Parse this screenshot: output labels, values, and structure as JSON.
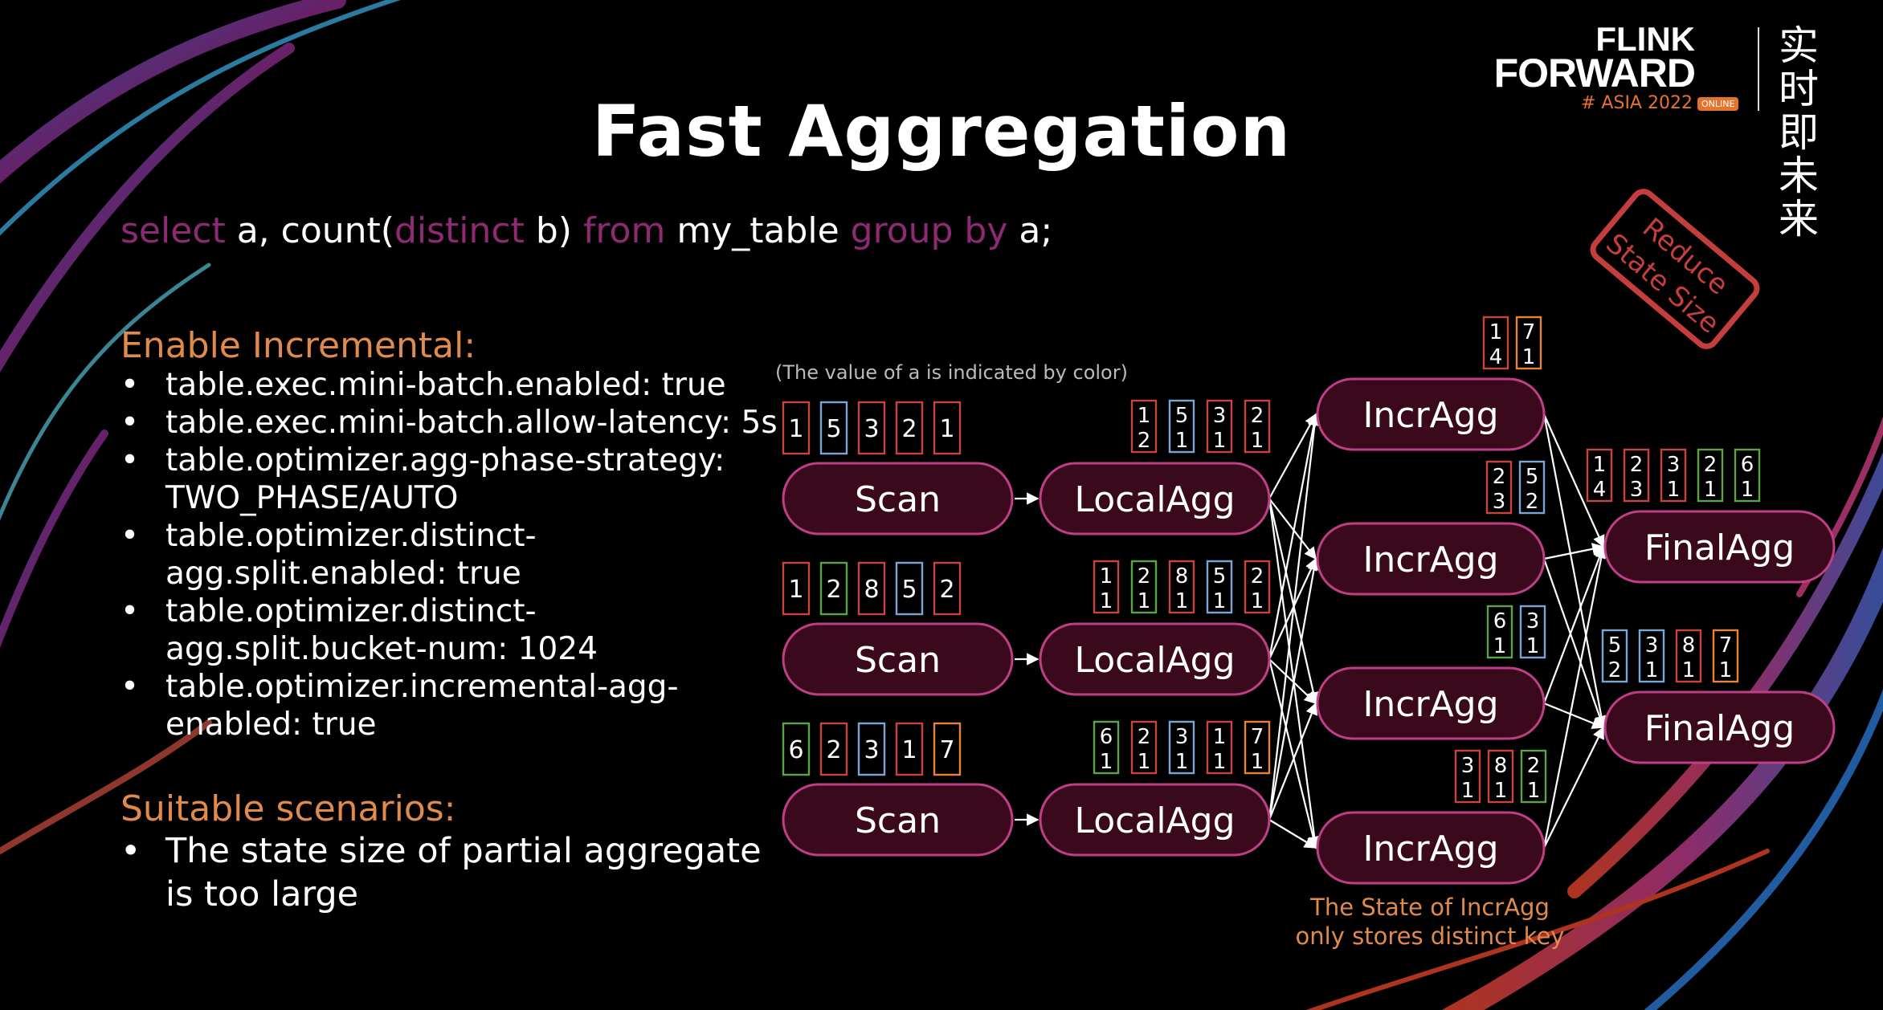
{
  "slide": {
    "title": "Fast Aggregation",
    "sql": {
      "select_kw": "select",
      "part1": " a, count(",
      "distinct_kw": "distinct",
      "part2": " b) ",
      "from_kw": "from",
      "part3": " my_table ",
      "groupby_kw": "group by",
      "part4": " a;"
    },
    "enable_heading": "Enable Incremental:",
    "options": [
      "table.exec.mini-batch.enabled: true",
      "table.exec.mini-batch.allow-latency: 5s",
      "table.optimizer.agg-phase-strategy: TWO_PHASE/AUTO",
      "table.optimizer.distinct-agg.split.enabled: true",
      "table.optimizer.distinct-agg.split.bucket-num: 1024",
      "table.optimizer.incremental-agg-enabled: true"
    ],
    "scenarios_heading": "Suitable scenarios:",
    "scenarios": [
      "The state size of partial  aggregate is too large"
    ]
  },
  "logo": {
    "line1": "FLINK",
    "line2": "FORWARD",
    "year": "# ASIA 2022",
    "badge": "ONLINE",
    "cn": "实时即未来"
  },
  "stamp": {
    "line1": "Reduce",
    "line2": "State Size"
  },
  "diagram": {
    "color_note": "(The value of a is indicated by color)",
    "state_note_line1": "The State of IncrAgg",
    "state_note_line2": "only stores distinct key",
    "colors": {
      "red": "#c9453c",
      "blue": "#7aa6d6",
      "orange": "#e7813c",
      "green": "#5da347",
      "node_fill": "#3a0a1c",
      "node_border": "#bf3f86",
      "edge": "#ffffff"
    },
    "nodes": {
      "scan": [
        "Scan",
        "Scan",
        "Scan"
      ],
      "local": [
        "LocalAgg",
        "LocalAgg",
        "LocalAgg"
      ],
      "incr": [
        "IncrAgg",
        "IncrAgg",
        "IncrAgg",
        "IncrAgg"
      ],
      "final": [
        "FinalAgg",
        "FinalAgg"
      ]
    },
    "scan_records": [
      [
        {
          "v": "1",
          "c": "red"
        },
        {
          "v": "5",
          "c": "blue"
        },
        {
          "v": "3",
          "c": "red"
        },
        {
          "v": "2",
          "c": "red"
        },
        {
          "v": "1",
          "c": "red"
        }
      ],
      [
        {
          "v": "1",
          "c": "red"
        },
        {
          "v": "2",
          "c": "green"
        },
        {
          "v": "8",
          "c": "red"
        },
        {
          "v": "5",
          "c": "blue"
        },
        {
          "v": "2",
          "c": "red"
        }
      ],
      [
        {
          "v": "6",
          "c": "green"
        },
        {
          "v": "2",
          "c": "red"
        },
        {
          "v": "3",
          "c": "blue"
        },
        {
          "v": "1",
          "c": "red"
        },
        {
          "v": "7",
          "c": "orange"
        }
      ]
    ],
    "local_records": [
      [
        {
          "k": "1",
          "n": "2",
          "c": "red"
        },
        {
          "k": "5",
          "n": "1",
          "c": "blue"
        },
        {
          "k": "3",
          "n": "1",
          "c": "red"
        },
        {
          "k": "2",
          "n": "1",
          "c": "red"
        }
      ],
      [
        {
          "k": "1",
          "n": "1",
          "c": "red"
        },
        {
          "k": "2",
          "n": "1",
          "c": "green"
        },
        {
          "k": "8",
          "n": "1",
          "c": "red"
        },
        {
          "k": "5",
          "n": "1",
          "c": "blue"
        },
        {
          "k": "2",
          "n": "1",
          "c": "red"
        }
      ],
      [
        {
          "k": "6",
          "n": "1",
          "c": "green"
        },
        {
          "k": "2",
          "n": "1",
          "c": "red"
        },
        {
          "k": "3",
          "n": "1",
          "c": "blue"
        },
        {
          "k": "1",
          "n": "1",
          "c": "red"
        },
        {
          "k": "7",
          "n": "1",
          "c": "orange"
        }
      ]
    ],
    "incr_records": [
      [
        {
          "k": "1",
          "n": "4",
          "c": "red"
        },
        {
          "k": "7",
          "n": "1",
          "c": "orange"
        }
      ],
      [
        {
          "k": "2",
          "n": "3",
          "c": "red"
        },
        {
          "k": "5",
          "n": "2",
          "c": "blue"
        }
      ],
      [
        {
          "k": "6",
          "n": "1",
          "c": "green"
        },
        {
          "k": "3",
          "n": "1",
          "c": "blue"
        }
      ],
      [
        {
          "k": "3",
          "n": "1",
          "c": "red"
        },
        {
          "k": "8",
          "n": "1",
          "c": "red"
        },
        {
          "k": "2",
          "n": "1",
          "c": "green"
        }
      ]
    ],
    "final_records": [
      [
        {
          "k": "1",
          "n": "4",
          "c": "red"
        },
        {
          "k": "2",
          "n": "3",
          "c": "red"
        },
        {
          "k": "3",
          "n": "1",
          "c": "red"
        },
        {
          "k": "2",
          "n": "1",
          "c": "green"
        },
        {
          "k": "6",
          "n": "1",
          "c": "green"
        }
      ],
      [
        {
          "k": "5",
          "n": "2",
          "c": "blue"
        },
        {
          "k": "3",
          "n": "1",
          "c": "blue"
        },
        {
          "k": "8",
          "n": "1",
          "c": "red"
        },
        {
          "k": "7",
          "n": "1",
          "c": "orange"
        }
      ]
    ]
  }
}
